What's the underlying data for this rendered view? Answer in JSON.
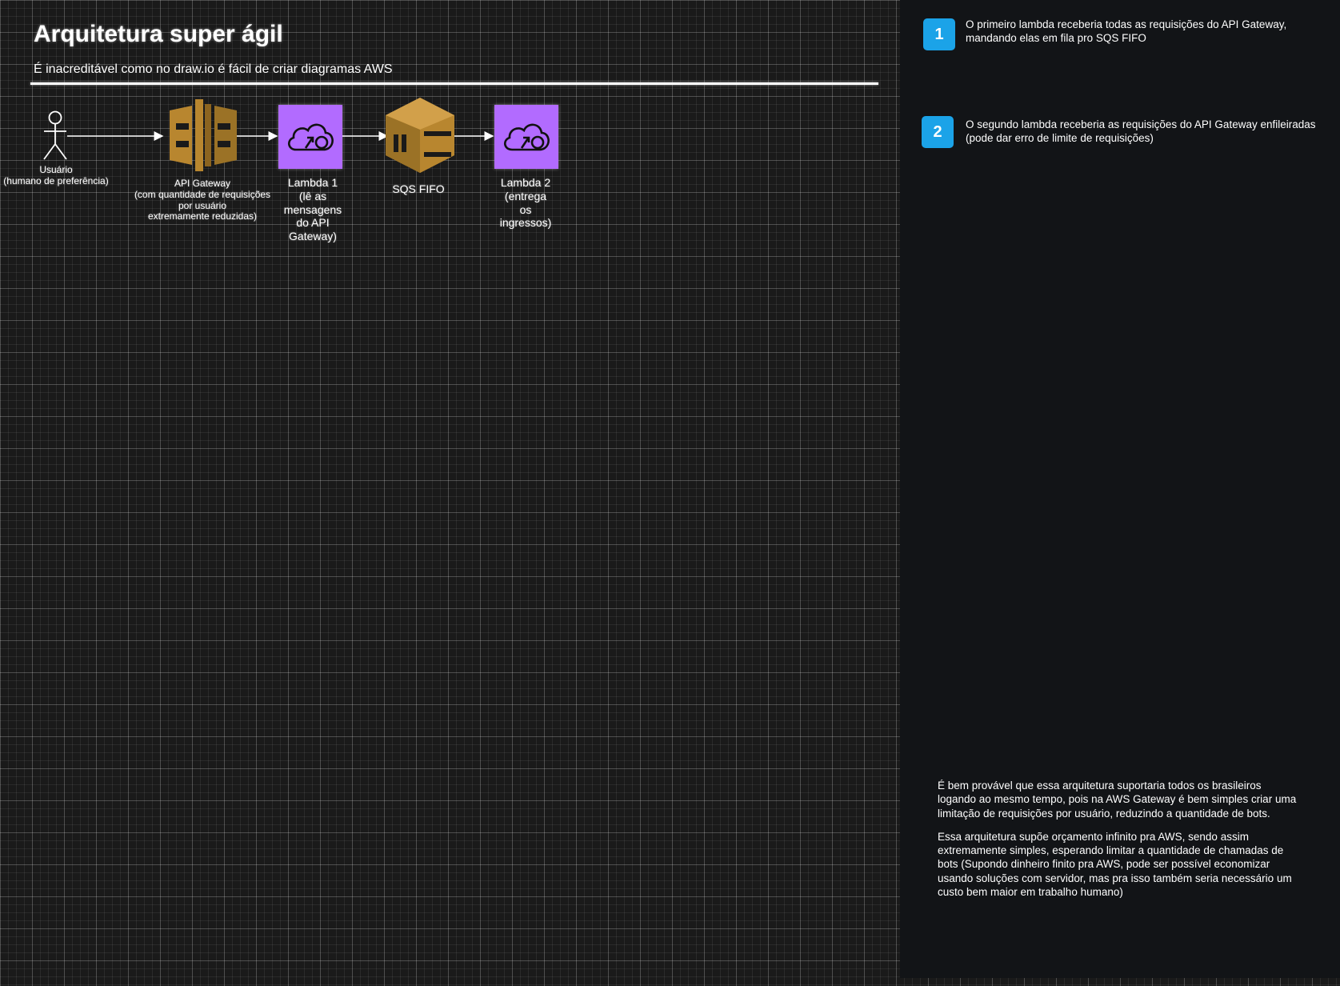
{
  "diagram": {
    "title": "Arquitetura super ágil",
    "subtitle": "É inacreditável como no draw.io é fácil de criar diagramas AWS"
  },
  "nodes": {
    "user": {
      "label": "Usuário\n(humano de preferência)",
      "icon": "person-icon"
    },
    "api_gateway": {
      "label": "API Gateway\n(com quantidade de requisições\npor usuário\nextremamente reduzidas)",
      "icon": "api-gateway-icon"
    },
    "lambda1": {
      "label": "Lambda 1\n(lê as\nmensagens\ndo API\nGateway)",
      "icon": "lambda-cloud-icon"
    },
    "sqs": {
      "label": "SQS FIFO",
      "icon": "sqs-icon"
    },
    "lambda2": {
      "label": "Lambda 2\n(entrega\nos\ningressos)",
      "icon": "lambda-cloud-icon"
    }
  },
  "notes": [
    {
      "number": "1",
      "text": "O primeiro lambda receberia todas as requisições do API Gateway, mandando elas em fila pro SQS FIFO"
    },
    {
      "number": "2",
      "text": "O segundo lambda receberia as requisições do API Gateway enfileiradas (pode dar erro de limite de requisições)"
    }
  ],
  "info": {
    "paragraph1": "É bem provável que essa arquitetura suportaria todos os brasileiros logando ao mesmo tempo, pois na AWS Gateway é bem simples criar uma limitação de requisições por usuário, reduzindo a quantidade de bots.",
    "paragraph2": "Essa arquitetura supõe orçamento infinito pra AWS, sendo assim extremamente simples, esperando limitar a quantidade de chamadas de bots (Supondo dinheiro finito pra AWS, pode ser possível economizar usando soluções com servidor, mas pra isso também seria necessário um custo bem maior em trabalho humano)"
  },
  "colors": {
    "background": "#1a1a1a",
    "panel": "#121417",
    "lambda": "#b26bff",
    "api_gateway": "#b8862f",
    "sqs": "#b8862f",
    "badge": "#1ba3e8"
  }
}
